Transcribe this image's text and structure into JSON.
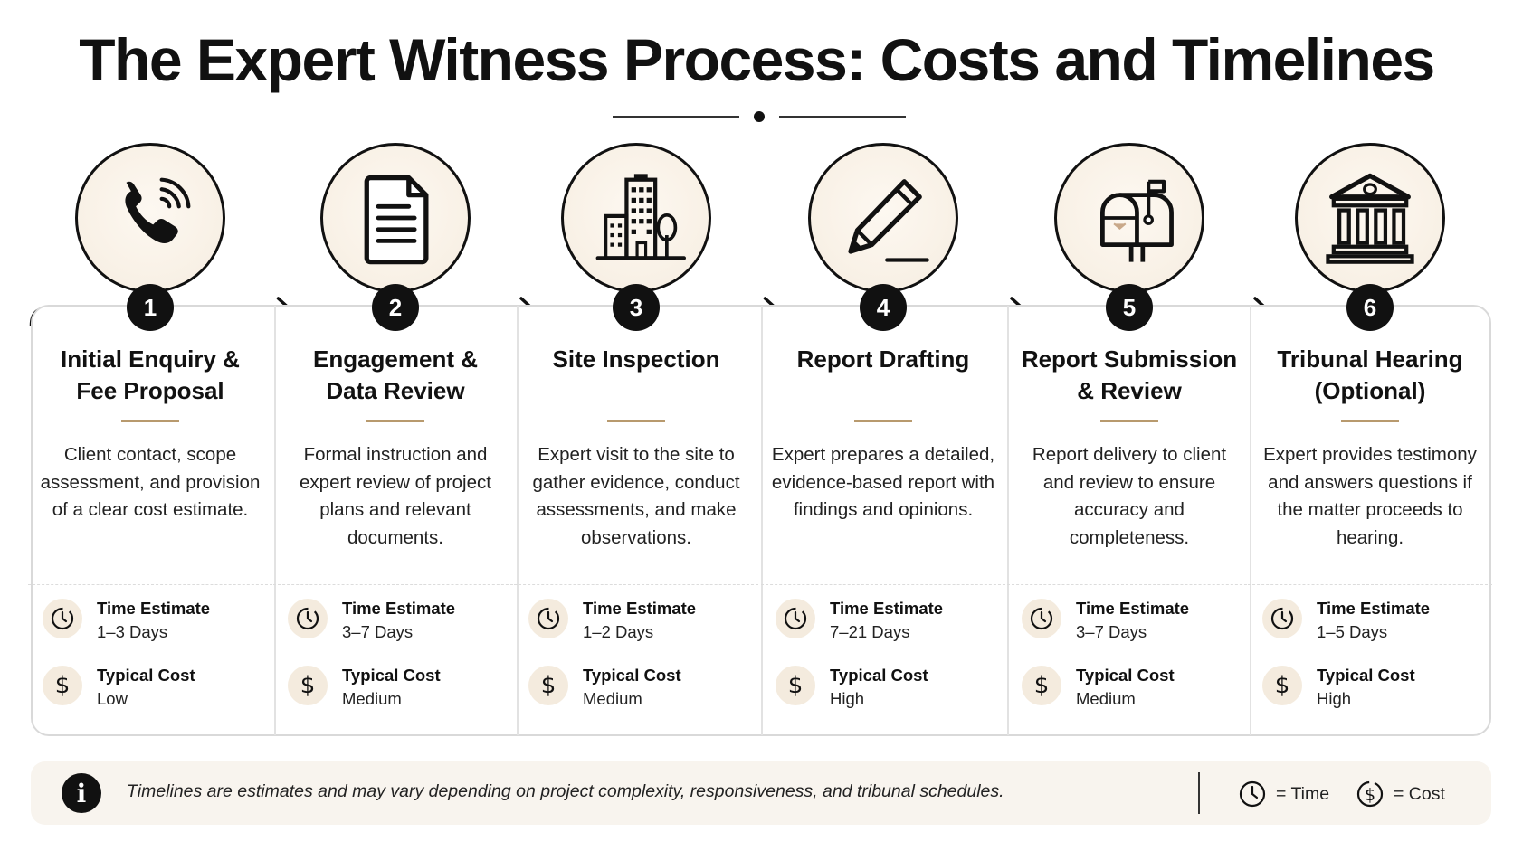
{
  "title": "The Expert Witness Process: Costs and Timelines",
  "steps": [
    {
      "number": "1",
      "icon": "phone-icon",
      "title_line1": "Initial Enquiry &",
      "title_line2": "Fee Proposal",
      "description": "Client contact, scope assessment, and provision of a clear cost estimate.",
      "time_label": "Time Estimate",
      "time_value": "1–3 Days",
      "cost_label": "Typical Cost",
      "cost_value": "Low"
    },
    {
      "number": "2",
      "icon": "document-icon",
      "title_line1": "Engagement &",
      "title_line2": "Data Review",
      "description": "Formal instruction and expert review of project plans and relevant documents.",
      "time_label": "Time Estimate",
      "time_value": "3–7 Days",
      "cost_label": "Typical Cost",
      "cost_value": "Medium"
    },
    {
      "number": "3",
      "icon": "building-icon",
      "title_line1": "Site Inspection",
      "title_line2": "",
      "description": "Expert visit to the site to gather evidence, conduct assessments, and make observations.",
      "time_label": "Time Estimate",
      "time_value": "1–2 Days",
      "cost_label": "Typical Cost",
      "cost_value": "Medium"
    },
    {
      "number": "4",
      "icon": "pencil-icon",
      "title_line1": "Report Drafting",
      "title_line2": "",
      "description": "Expert prepares a detailed, evidence-based report with findings and opinions.",
      "time_label": "Time Estimate",
      "time_value": "7–21 Days",
      "cost_label": "Typical Cost",
      "cost_value": "High"
    },
    {
      "number": "5",
      "icon": "mailbox-icon",
      "title_line1": "Report Submission",
      "title_line2": "& Review",
      "description": "Report delivery to client and review to ensure accuracy and completeness.",
      "time_label": "Time Estimate",
      "time_value": "3–7 Days",
      "cost_label": "Typical Cost",
      "cost_value": "Medium"
    },
    {
      "number": "6",
      "icon": "courthouse-icon",
      "title_line1": "Tribunal Hearing",
      "title_line2": "(Optional)",
      "description": "Expert provides testimony and answers questions if the matter proceeds to hearing.",
      "time_label": "Time Estimate",
      "time_value": "1–5 Days",
      "cost_label": "Typical Cost",
      "cost_value": "High"
    }
  ],
  "footer": {
    "note": "Timelines are estimates and may vary depending on project complexity, responsiveness, and tribunal schedules.",
    "legend_time": "= Time",
    "legend_cost": "= Cost"
  },
  "colors": {
    "accent": "#b89a6e",
    "icon_bg": "#f4ebde",
    "dark": "#111111"
  }
}
